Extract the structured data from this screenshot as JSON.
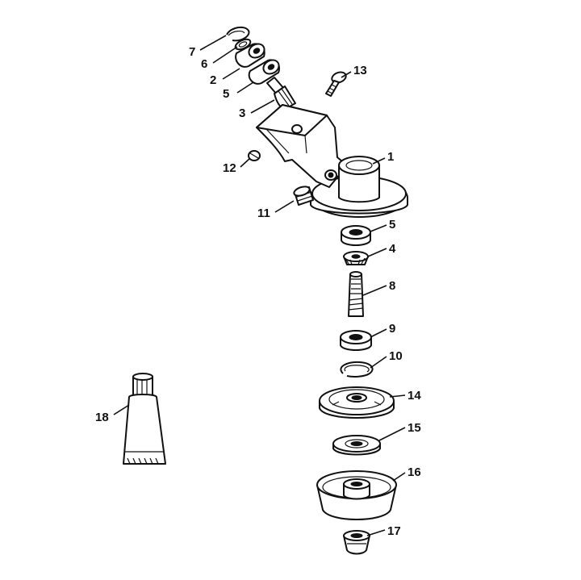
{
  "callouts": {
    "c1": "1",
    "c2": "2",
    "c3": "3",
    "c4": "4",
    "c5a": "5",
    "c5b": "5",
    "c6": "6",
    "c7": "7",
    "c8": "8",
    "c9": "9",
    "c10": "10",
    "c11": "11",
    "c12": "12",
    "c13": "13",
    "c14": "14",
    "c15": "15",
    "c16": "16",
    "c17": "17",
    "c18": "18"
  }
}
